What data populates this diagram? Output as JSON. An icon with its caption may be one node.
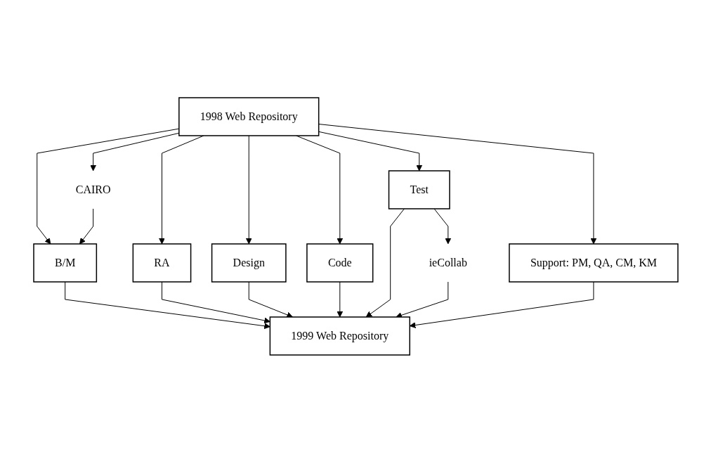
{
  "diagram": {
    "nodes": [
      {
        "text": [
          "1998 Web Repository"
        ]
      },
      {
        "text": [
          "CAIRO"
        ]
      },
      {
        "text": [
          "B/M"
        ]
      },
      {
        "text": [
          "RA"
        ]
      },
      {
        "text": [
          "Design"
        ]
      },
      {
        "text": [
          "Code"
        ]
      },
      {
        "text": [
          "Test"
        ]
      },
      {
        "text": [
          "ieCollab"
        ]
      },
      {
        "text": [
          "Support:  PM, QA, CM, KM"
        ]
      },
      {
        "text": [
          "1999 Web Repository"
        ]
      }
    ],
    "edges": [
      {
        "from": 0,
        "to": 1,
        "arrow": "to"
      },
      {
        "from": 0,
        "to": 2,
        "arrow": "to"
      },
      {
        "from": 0,
        "to": 3,
        "arrow": "to"
      },
      {
        "from": 0,
        "to": 4,
        "arrow": "to"
      },
      {
        "from": 0,
        "to": 5,
        "arrow": "to"
      },
      {
        "from": 0,
        "to": 6,
        "arrow": "to"
      },
      {
        "from": 0,
        "to": 8,
        "arrow": "to"
      },
      {
        "from": 1,
        "to": 2,
        "arrow": "to"
      },
      {
        "from": 2,
        "to": 9,
        "arrow": "to"
      },
      {
        "from": 3,
        "to": 9,
        "arrow": "to"
      },
      {
        "from": 4,
        "to": 9,
        "arrow": "to"
      },
      {
        "from": 5,
        "to": 9,
        "arrow": "to"
      },
      {
        "from": 6,
        "to": 9,
        "arrow": "to"
      },
      {
        "from": 6,
        "to": 7,
        "arrow": "to"
      },
      {
        "from": 7,
        "to": 9,
        "arrow": "to"
      },
      {
        "from": 8,
        "to": 9,
        "arrow": "to"
      }
    ]
  }
}
